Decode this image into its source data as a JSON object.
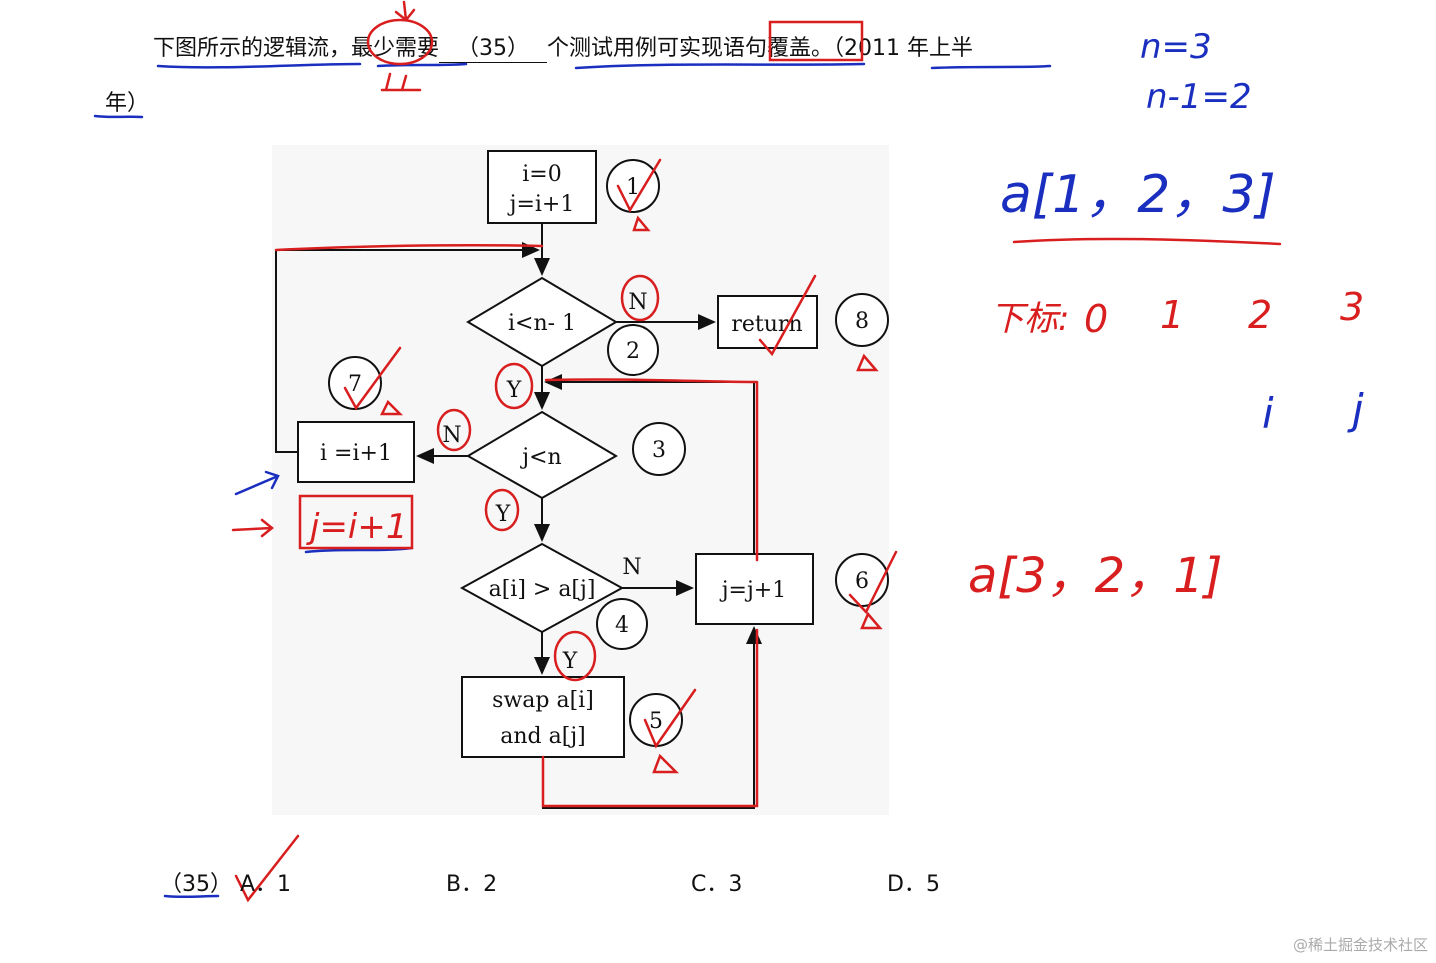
{
  "question": {
    "prefix": "下图所示的逻辑流，最少需要",
    "blank": "（35）",
    "suffix": "个测试用例可实现语句覆盖。（2011 年上半",
    "suffix_line2": "年）"
  },
  "flowchart": {
    "init_line1": "i=0",
    "init_line2": "j=i+1",
    "cond_outer": "i<n- 1",
    "return_label": "return",
    "cond_inner": "j<n",
    "incr_i": "i =i+1",
    "compare": "a[i] > a[j]",
    "incr_j": "j=j+1",
    "swap_line1": "swap a[i]",
    "swap_line2": "and a[j]",
    "yes": "Y",
    "no": "N",
    "node_numbers": [
      "1",
      "2",
      "3",
      "4",
      "5",
      "6",
      "7",
      "8"
    ]
  },
  "options": {
    "qnum": "（35）",
    "a": "A．1",
    "b": "B．2",
    "c": "C．3",
    "d": "D．5"
  },
  "annotations": {
    "n_eq": "n=3",
    "n_minus": "n-1=2",
    "array1": "a[1，2，3]",
    "index_label": "下标:",
    "indices": [
      "0",
      "1",
      "2",
      "3"
    ],
    "var_i": "i",
    "var_j": "j",
    "array2": "a[3，2，1]",
    "j_note": "j=i+1"
  },
  "watermark": "@稀土掘金技术社区",
  "colors": {
    "ink_red": "#d81e1e",
    "ink_blue": "#1a2fbf",
    "diagram_bg": "#f7f7f7"
  }
}
